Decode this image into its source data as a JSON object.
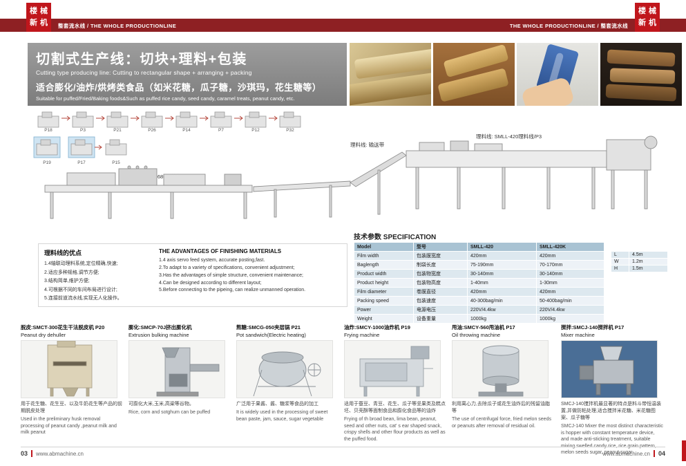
{
  "brand": {
    "stamp_chars": [
      "楼",
      "械",
      "新",
      "机"
    ]
  },
  "header": {
    "left": "整套流水线 / THE WHOLE PRODUCTIONLINE",
    "right": "THE WHOLE PRODUCTIONLINE / 整套流水线"
  },
  "title": {
    "cn_main": "切割式生产线：切块+理料+包装",
    "en_main": "Cutting type producing line:  Cutting to rectangular shape + arranging + packing",
    "cn_sub": "适合膨化/油炸/烘烤类食品（如米花糖，瓜子糖，沙琪玛，花生糖等）",
    "en_sub": "Suitable for puffed/Fried/Baking foods&Such as puffed rice candy, seed candy, caramel treats, peanut candy, etc."
  },
  "diagram": {
    "thumb_labels_row1": [
      "P18",
      "P3",
      "P21",
      "P26",
      "P14",
      "P7",
      "P12",
      "P32"
    ],
    "thumb_labels_row2": [
      "P19",
      "P17",
      "P15"
    ],
    "cutting_label": "切块:SMCF-680切块机/P14",
    "conveyor_label": "理料线: 输送带",
    "packing_label": "理料线: SMLL-420理料线/P3"
  },
  "advantages": {
    "title_cn": "理料线的优点",
    "items_cn": [
      "1.4轴联动理料系统,定位精确,快速;",
      "2.适应多种规格,调节方便;",
      "3.结构简单,维护方便;",
      "4.可根据不同的车间布局进行设计;",
      "5.连接前道流水线,实现无人化操作。"
    ],
    "title_en": "THE ADVANTAGES OF FINISHING MATERIALS",
    "items_en": [
      "1.4 axis servo feed system, accurate posting,fast.",
      "2.To adapt to a variety of specifications, convenient adjustment;",
      "3.Has the advantages of simple structure, convenient maintenance;",
      "4.Can be designed according to different layout;",
      "5.Before connecting to the pipeing, can realize unmanned operation."
    ]
  },
  "spec": {
    "title": "技术参数 SPECIFICATION",
    "col_headers": [
      "Model",
      "型号",
      "SMLL-420",
      "SMLL-420K"
    ],
    "rows": [
      {
        "en": "Film width",
        "cn": "包装膜宽度",
        "v1": "420mm",
        "v2": "420mm"
      },
      {
        "en": "Baglength",
        "cn": "制袋长度",
        "v1": "75-190mm",
        "v2": "70-170mm"
      },
      {
        "en": "Product width",
        "cn": "包装物宽度",
        "v1": "30-140mm",
        "v2": "30-140mm"
      },
      {
        "en": "Product height",
        "cn": "包装物高度",
        "v1": "1-40mm",
        "v2": "1-30mm"
      },
      {
        "en": "Film diameter",
        "cn": "卷膜直径",
        "v1": "420mm",
        "v2": "420mm"
      },
      {
        "en": "Packing speed",
        "cn": "包装速度",
        "v1": "40-300bag/min",
        "v2": "50-400bag/min"
      },
      {
        "en": "Power",
        "cn": "电源电压",
        "v1": "220V/4.4kw",
        "v2": "220V/4.4kw"
      },
      {
        "en": "Weight",
        "cn": "设备重量",
        "v1": "1000kg",
        "v2": "1000kg"
      }
    ],
    "dims": [
      {
        "k": "L",
        "v": "4.5m"
      },
      {
        "k": "W",
        "v": "1.2m"
      },
      {
        "k": "H",
        "v": "1.5m"
      }
    ]
  },
  "products": [
    {
      "title_cn": "脱皮:SMCT-300花生干法脱皮机 P20",
      "title_en": "Peanut dry dehuller",
      "desc_cn": "用于花生糖、花生豆、以及牛奶花生等产品的前期脱皮处理",
      "desc_en": "Used in the preliminary husk removal processing of peanut candy ,peanut milk and milk peanut"
    },
    {
      "title_cn": "膨化:SMCP-70J挤出膨化机",
      "title_en": "Extrusion bulking machine",
      "desc_cn": "可膨化大米,玉米,高粱等谷物。",
      "desc_en": "Rice, corn and sotghum can be puffed"
    },
    {
      "title_cn": "熬糖:SMCG-050夹层锅 P21",
      "title_en": "Pot sandwich(Electric heating)",
      "desc_cn": "广泛用于果酱、酱、糖浆等食品的加工",
      "desc_en": "It is widely used in the processing of sweet bean paste, jam, sauce, sugar vegetable"
    },
    {
      "title_cn": "油炸:SMCY-1000油炸机 P19",
      "title_en": "Frying machine",
      "desc_cn": "适用于蚕豆、青豆、花生、瓜子等坚果类及糕点坯、贝壳酥等面制食品和膨化食品等的油炸",
      "desc_en": "Frying of th broad bean, lima bean, peanut, seed and other nuts, cat' s ear shaped snack, crispy shells and other flour products as well as the puffed food."
    },
    {
      "title_cn": "甩油:SMCY-560甩油机 P17",
      "title_en": "Oil throwing machine",
      "desc_cn": "利用离心力,去除瓜子或花生油炸后的残留油脂等",
      "desc_en": "The use of centrifugal force, fried melon seeds or peanuts after removal of residual oil."
    },
    {
      "title_cn": "搅拌:SMCJ-140搅拌机 P17",
      "title_en": "Mixer machine",
      "desc_cn": "SMCJ-140搅拌机最显著的特点是料斗带恒温装置,并做防粘处理,适合搅拌米花糖、米花糖图案、瓜子糖等",
      "desc_en": "SMCJ-140 Mixer the most distinct characteristic is hopper with constant temperature device, and made anti-sticking treatment, suitable mixing swelled candy rice, rice grain pattern, melon seeds sugar, peanut sugar"
    }
  ],
  "footer": {
    "left_page": "03",
    "left_url": "www.abmachine.cn",
    "right_url": "www.abmachine.cn",
    "right_page": "04"
  }
}
